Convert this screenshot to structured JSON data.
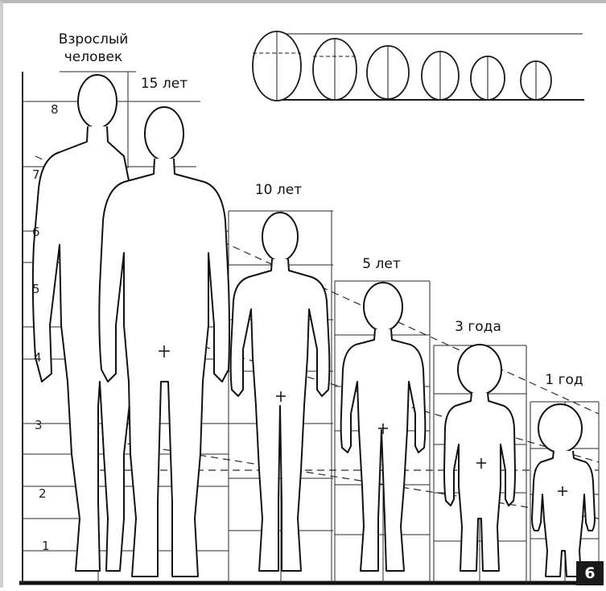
{
  "labels": {
    "adult": "Взрослый\nчеловек",
    "age15": "15 лет",
    "age10": "10 лет",
    "age5": "5 лет",
    "age3": "3 года",
    "age1": "1 год"
  },
  "scale_numbers": [
    "8",
    "7",
    "6",
    "5",
    "4",
    "3",
    "2",
    "1"
  ],
  "badge": "6",
  "colors": {
    "ink": "#111111",
    "grid": "#2a2a2a",
    "badge_bg": "#1a1a1a",
    "badge_fg": "#ffffff"
  },
  "figures": [
    {
      "name": "adult",
      "head_units": 8
    },
    {
      "name": "age15",
      "head_units": 7.5
    },
    {
      "name": "age10",
      "head_units": 6.25
    },
    {
      "name": "age5",
      "head_units": 5.5
    },
    {
      "name": "age3",
      "head_units": 5
    },
    {
      "name": "age1",
      "head_units": 4
    }
  ]
}
